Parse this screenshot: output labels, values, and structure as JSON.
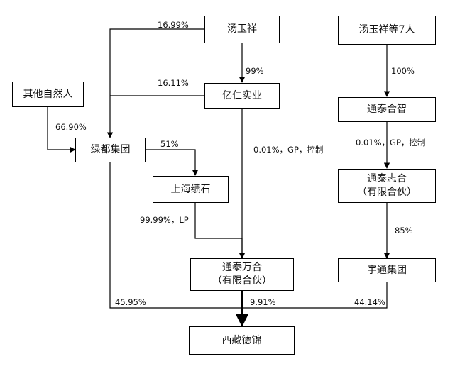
{
  "nodes": {
    "tang_yuxiang": {
      "line1": "汤玉祥",
      "line2": ""
    },
    "tang_group7": {
      "line1": "汤玉祥等7人",
      "line2": ""
    },
    "other_persons": {
      "line1": "其他自然人",
      "line2": ""
    },
    "yiren": {
      "line1": "亿仁实业",
      "line2": ""
    },
    "tongtai_hezhi": {
      "line1": "通泰合智",
      "line2": ""
    },
    "lvdu": {
      "line1": "绿都集团",
      "line2": ""
    },
    "shanghai_jishi": {
      "line1": "上海绩石",
      "line2": ""
    },
    "tongtai_zhihe": {
      "line1": "通泰志合",
      "line2": "（有限合伙）"
    },
    "tongtai_wanhe": {
      "line1": "通泰万合",
      "line2": "（有限合伙）"
    },
    "yutong": {
      "line1": "宇通集团",
      "line2": ""
    },
    "xizang_dejin": {
      "line1": "西藏德锦",
      "line2": ""
    }
  },
  "edges": {
    "tang_to_lvdu": "16.99%",
    "tang_to_yiren": "99%",
    "yiren_to_lvdu": "16.11%",
    "others_to_lvdu": "66.90%",
    "lvdu_to_jishi": "51%",
    "jishi_to_wanhe": "99.99%，LP",
    "yiren_to_wanhe": "0.01%，GP，控制",
    "group7_to_hezhi": "100%",
    "hezhi_to_zhihe": "0.01%，GP，控制",
    "zhihe_to_yutong": "85%",
    "lvdu_to_dejin": "45.95%",
    "wanhe_to_dejin": "9.91%",
    "yutong_to_dejin": "44.14%"
  }
}
